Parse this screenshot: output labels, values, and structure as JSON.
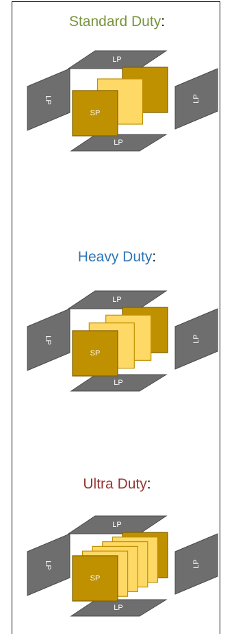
{
  "colors": {
    "standard": "#77933c",
    "heavy": "#2e75b6",
    "ultra": "#953735",
    "lp_fill": "#6e6e6e",
    "lp_stroke": "#4a4a4a",
    "sp_fill": "#bf9000",
    "sp_stroke": "#7f6000",
    "mid_fill": "#ffd966",
    "mid_stroke": "#c09000"
  },
  "sections": [
    {
      "id": "standard",
      "title": "Standard Duty",
      "colon": ":",
      "sp_label": "SP",
      "lp_label": "LP",
      "layers": 3
    },
    {
      "id": "heavy",
      "title": "Heavy Duty",
      "colon": ":",
      "sp_label": "SP",
      "lp_label": "LP",
      "layers": 4
    },
    {
      "id": "ultra",
      "title": "Ultra Duty",
      "colon": ":",
      "sp_label": "SP",
      "lp_label": "LP",
      "layers": 6
    }
  ]
}
